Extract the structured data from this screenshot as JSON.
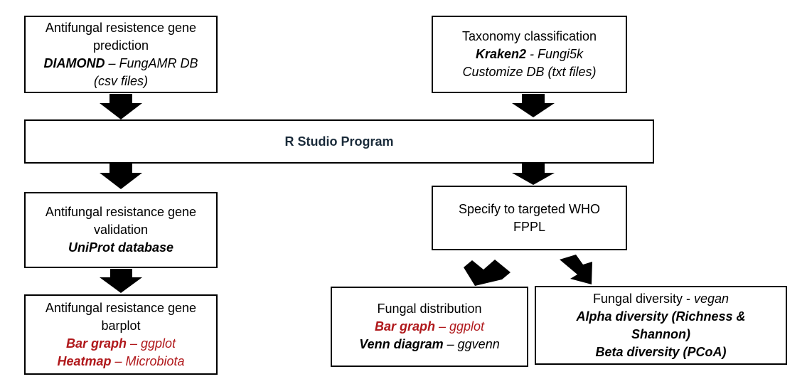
{
  "diagram": {
    "gene_prediction": {
      "line1": "Antifungal resistence gene",
      "line2": "prediction",
      "tool": "DIAMOND",
      "sep": " – ",
      "db": "FungAMR DB",
      "note": "(csv files)"
    },
    "taxonomy": {
      "line1": "Taxonomy classification",
      "tool": "Kraken2",
      "sep": " - ",
      "db": "Fungi5k",
      "line3": "Customize DB (txt files)"
    },
    "r_studio": {
      "label": "R Studio Program"
    },
    "validation": {
      "line1": "Antifungal resistance gene",
      "line2": "validation",
      "db": "UniProt database"
    },
    "who": {
      "line1": "Specify to targeted WHO",
      "line2": "FPPL"
    },
    "barplot": {
      "line1": "Antifungal resistance gene",
      "line2": "barplot",
      "bar_label": "Bar graph",
      "bar_sep": " – ",
      "bar_pkg": "ggplot",
      "heat_label": "Heatmap",
      "heat_sep": " – ",
      "heat_pkg": "Microbiota"
    },
    "distribution": {
      "line1": "Fungal distribution",
      "bar_label": "Bar graph",
      "bar_sep": " – ",
      "bar_pkg": "ggplot",
      "venn_label": "Venn diagram",
      "venn_sep": " – ",
      "venn_pkg": "ggvenn"
    },
    "diversity": {
      "line1_text": "Fungal diversity - ",
      "line1_pkg": "vegan",
      "alpha1": "Alpha diversity (Richness &",
      "alpha2": "Shannon)",
      "beta": "Beta diversity (PCoA)"
    }
  },
  "colors": {
    "highlight": "#b0181b",
    "r_studio_text": "#1a2b3a",
    "border": "#000000",
    "arrow": "#000000"
  }
}
